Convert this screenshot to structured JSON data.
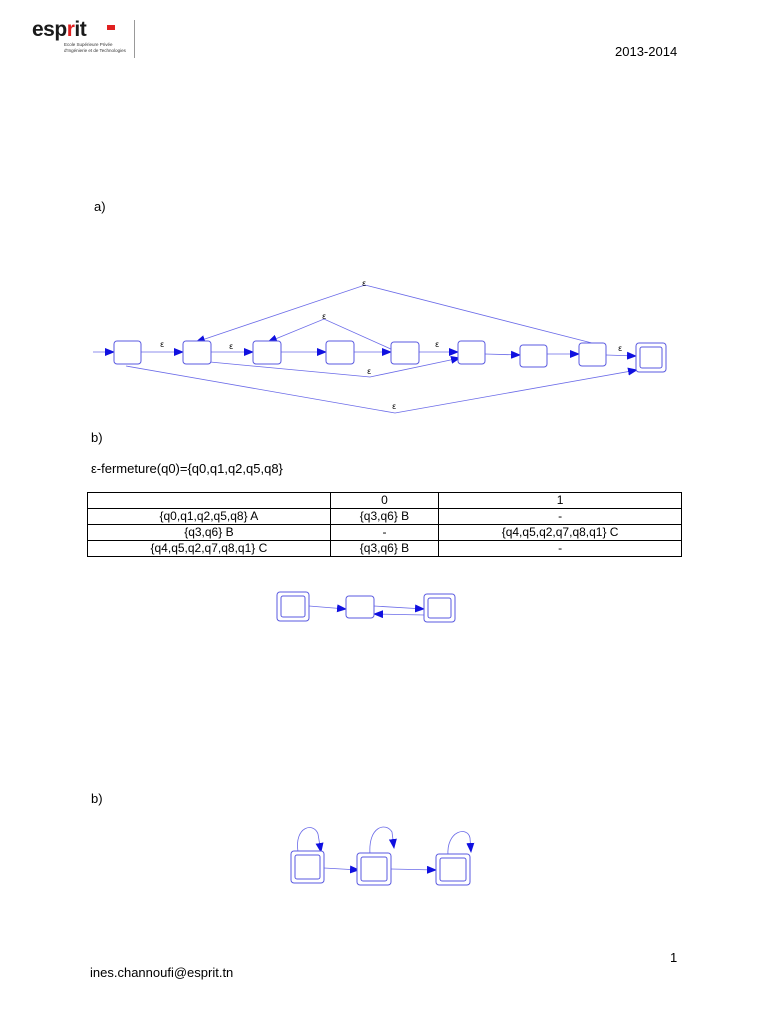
{
  "header": {
    "logo_text_prefix": "esp",
    "logo_text_accent": "r",
    "logo_text_suffix": "it",
    "logo_line1": "Ecole Supérieure Privée",
    "logo_line2": "d'Ingénierie et de Technologies",
    "year": "2013-2014"
  },
  "sections": {
    "a_label": "a)",
    "b_label_1": "b)",
    "b_label_2": "b)",
    "closure": "ε-fermeture(q0)={q0,q1,q2,q5,q8}"
  },
  "epsilon": "ε",
  "table": {
    "headers": [
      "",
      "0",
      "1"
    ],
    "rows": [
      [
        "{q0,q1,q2,q5,q8} A",
        "{q3,q6} B",
        "-"
      ],
      [
        "{q3,q6} B",
        "-",
        "{q4,q5,q2,q7,q8,q1} C"
      ],
      [
        "{q4,q5,q2,q7,q8,q1} C",
        "{q3,q6} B",
        "-"
      ]
    ]
  },
  "footer": {
    "page_number": "1",
    "email": "ines.channoufi@esprit.tn"
  },
  "colors": {
    "state_stroke": "#5a5ae0",
    "arrow_head": "#1010e0",
    "logo_accent": "#e02020"
  }
}
